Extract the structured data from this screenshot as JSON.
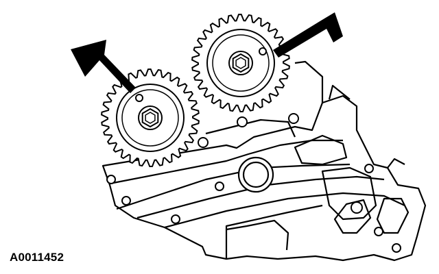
{
  "figure": {
    "reference_code": "A0011452",
    "ink_color": "#000000",
    "paper_color": "#ffffff",
    "parts": [
      {
        "name": "left-camshaft-sprocket",
        "teeth": 30,
        "alignment_mark": "timing-dot"
      },
      {
        "name": "right-camshaft-sprocket",
        "teeth": 30,
        "alignment_mark": "timing-dot"
      },
      {
        "name": "cylinder-head-housing"
      },
      {
        "name": "crankshaft-seal-opening"
      }
    ],
    "callouts": [
      {
        "name": "left-alignment-arrow",
        "points_to": "left-camshaft-sprocket"
      },
      {
        "name": "right-alignment-arrow",
        "points_to": "right-camshaft-sprocket"
      }
    ]
  }
}
